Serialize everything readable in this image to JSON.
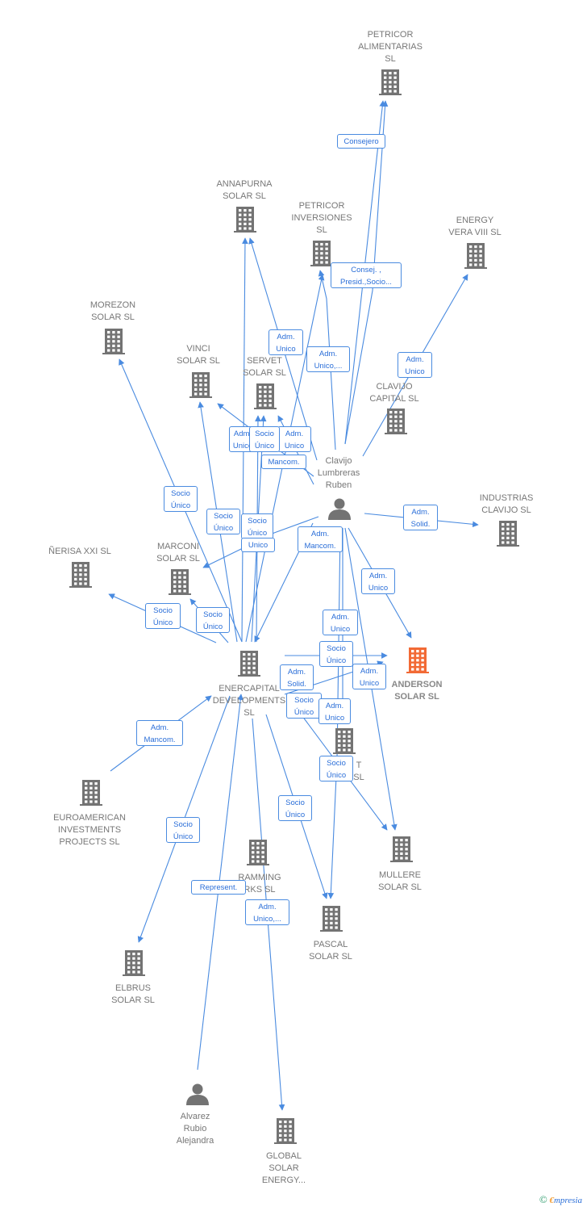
{
  "colors": {
    "edge": "#4a8be0",
    "building": "#737373",
    "highlight": "#f26a35",
    "person": "#737373",
    "label": "#777777"
  },
  "nodes": [
    {
      "id": "petricor_alim",
      "label": "PETRICOR\nALIMENTARIAS\nSL",
      "kind": "company",
      "icon": "building-icon"
    },
    {
      "id": "annapurna",
      "label": "ANNAPURNA\nSOLAR  SL",
      "kind": "company",
      "icon": "building-icon"
    },
    {
      "id": "petricor_inv",
      "label": "PETRICOR\nINVERSIONES\nSL",
      "kind": "company",
      "icon": "building-icon"
    },
    {
      "id": "energy_vera",
      "label": "ENERGY\nVERA VIII  SL",
      "kind": "company",
      "icon": "building-icon"
    },
    {
      "id": "morezon",
      "label": "MOREZON\nSOLAR  SL",
      "kind": "company",
      "icon": "building-icon"
    },
    {
      "id": "vinci",
      "label": "VINCI\nSOLAR  SL",
      "kind": "company",
      "icon": "building-icon"
    },
    {
      "id": "servet",
      "label": "SERVET\nSOLAR  SL",
      "kind": "company",
      "icon": "building-icon"
    },
    {
      "id": "clavijo_cap",
      "label": "CLAVIJO\nCAPITAL  SL",
      "kind": "company",
      "icon": "building-icon"
    },
    {
      "id": "clavijo_ruben",
      "label": "Clavijo\nLumbreras\nRuben",
      "kind": "person",
      "icon": "person-icon"
    },
    {
      "id": "industrias",
      "label": "INDUSTRIAS\nCLAVIJO  SL",
      "kind": "company",
      "icon": "building-icon"
    },
    {
      "id": "nerisa",
      "label": "ÑERISA XXI  SL",
      "kind": "company",
      "icon": "building-icon"
    },
    {
      "id": "marconi",
      "label": "MARCONI\nSOLAR  SL",
      "kind": "company",
      "icon": "building-icon"
    },
    {
      "id": "anderson",
      "label": "ANDERSON\nSOLAR  SL",
      "kind": "company-highlight",
      "icon": "building-icon"
    },
    {
      "id": "enercapital",
      "label": "ENERCAPITAL\nDEVELOPMENTS\nSL",
      "kind": "company",
      "icon": "building-icon"
    },
    {
      "id": "hidden_t",
      "label": "T\nSL",
      "kind": "company",
      "icon": "building-icon"
    },
    {
      "id": "euroamerican",
      "label": "EUROAMERICAN\nINVESTMENTS\nPROJECTS  SL",
      "kind": "company",
      "icon": "building-icon"
    },
    {
      "id": "mullere",
      "label": "MULLERE\nSOLAR  SL",
      "kind": "company",
      "icon": "building-icon"
    },
    {
      "id": "ramming",
      "label": "RAMMING\nRKS  SL",
      "kind": "company",
      "icon": "building-icon"
    },
    {
      "id": "pascal",
      "label": "PASCAL\nSOLAR  SL",
      "kind": "company",
      "icon": "building-icon"
    },
    {
      "id": "elbrus",
      "label": "ELBRUS\nSOLAR  SL",
      "kind": "company",
      "icon": "building-icon"
    },
    {
      "id": "alvarez",
      "label": "Alvarez\nRubio\nAlejandra",
      "kind": "person",
      "icon": "person-icon"
    },
    {
      "id": "global",
      "label": "GLOBAL\nSOLAR\nENERGY...",
      "kind": "company",
      "icon": "building-icon"
    }
  ],
  "edges": [
    {
      "label": "Consejero"
    },
    {
      "label": "Consej. ,\nPresid.,Socio..."
    },
    {
      "label": "Adm.\nUnico"
    },
    {
      "label": "Adm.\nUnico,..."
    },
    {
      "label": "Adm.\nUnico"
    },
    {
      "label": "Socio\nÚnico"
    },
    {
      "label": "Socio\nÚnico"
    },
    {
      "label": "Adm.\nUnico"
    },
    {
      "label": "Adm.\nUnico"
    },
    {
      "label": "Mancom."
    },
    {
      "label": "Socio\nÚnico"
    },
    {
      "label": "Socio\nÚnico"
    },
    {
      "label": "Unico"
    },
    {
      "label": "Adm.\nSolid."
    },
    {
      "label": "Adm.\nMancom."
    },
    {
      "label": "Adm.\nUnico"
    },
    {
      "label": "Socio\nÚnico"
    },
    {
      "label": "Socio\nÚnico"
    },
    {
      "label": "Adm.\nUnico"
    },
    {
      "label": "Socio\nÚnico"
    },
    {
      "label": "Adm.\nUnico"
    },
    {
      "label": "Adm.\nSolid."
    },
    {
      "label": "Socio\nÚnico"
    },
    {
      "label": "Adm.\nUnico"
    },
    {
      "label": "Socio\nÚnico"
    },
    {
      "label": "Adm.\nMancom."
    },
    {
      "label": "Socio\nÚnico"
    },
    {
      "label": "Socio\nÚnico"
    },
    {
      "label": "Represent."
    },
    {
      "label": "Adm.\nUnico,..."
    }
  ],
  "footer": {
    "copyright": "©",
    "brand_initial": "€",
    "brand_rest": "mpresia"
  }
}
